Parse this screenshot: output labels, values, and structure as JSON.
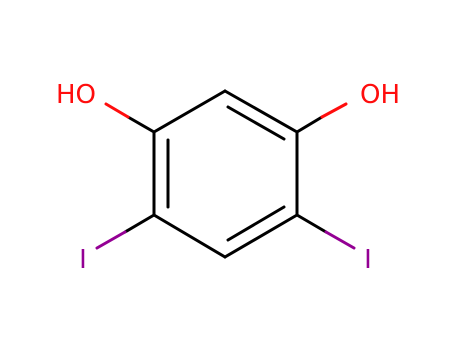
{
  "molecule": {
    "atoms": [
      {
        "id": "OH_left",
        "label": "HO",
        "color": "#ff0d0d"
      },
      {
        "id": "OH_right",
        "label": "OH",
        "color": "#ff0d0d"
      },
      {
        "id": "I_left",
        "label": "I",
        "color": "#940094"
      },
      {
        "id": "I_right",
        "label": "I",
        "color": "#940094"
      }
    ],
    "bond_color": "#000000"
  }
}
